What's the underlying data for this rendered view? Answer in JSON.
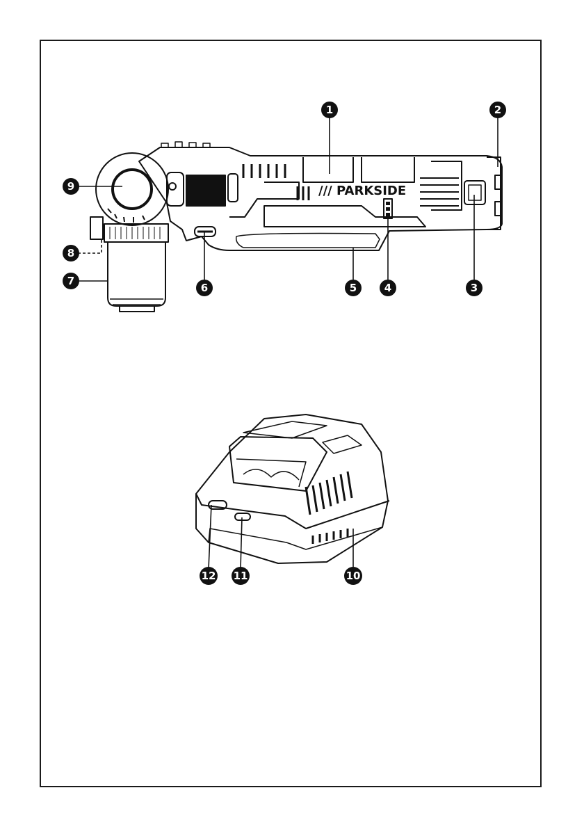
{
  "brand": "/// PARKSIDE",
  "callouts": {
    "c1": "1",
    "c2": "2",
    "c3": "3",
    "c4": "4",
    "c5": "5",
    "c6": "6",
    "c7": "7",
    "c8": "8",
    "c9": "9",
    "c10": "10",
    "c11": "11",
    "c12": "12"
  },
  "colors": {
    "ink": "#111111",
    "paper": "#ffffff",
    "mid": "#888888"
  }
}
